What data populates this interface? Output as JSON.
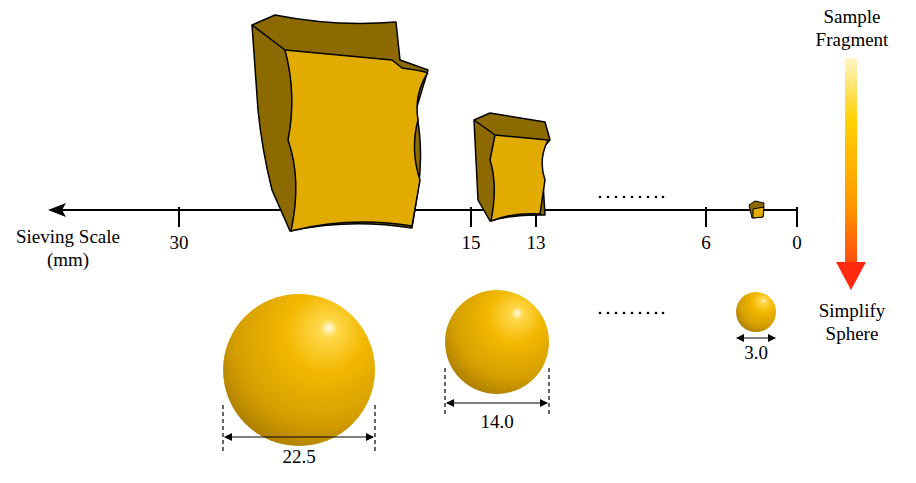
{
  "diagram": {
    "labels": [
      "Sieving Scale (mm)",
      "30",
      "15",
      "13",
      "6",
      "0",
      "22.5",
      "14.0",
      "3.0",
      "Sample Fragment",
      "Simplify Sphere"
    ]
  }
}
